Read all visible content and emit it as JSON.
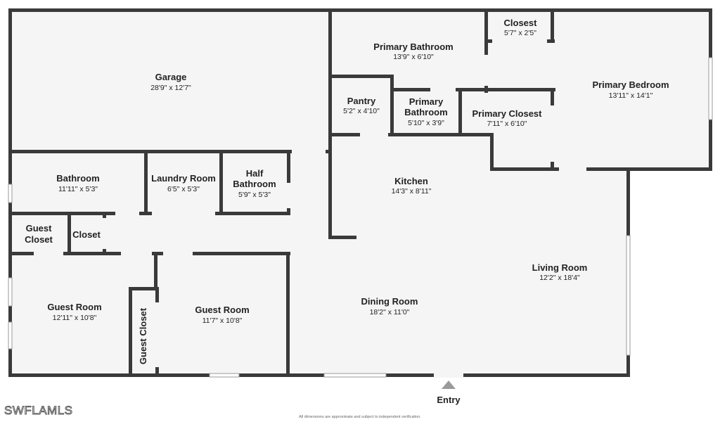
{
  "colors": {
    "wall": "#3a3a3a",
    "floor": "#f5f5f5",
    "text": "#222222"
  },
  "rooms": {
    "garage": {
      "name": "Garage",
      "dim": "28'9\" x 12'7\""
    },
    "primary_bathroom_1": {
      "name": "Primary Bathroom",
      "dim": "13'9\" x 6'10\""
    },
    "closet_top": {
      "name": "Closest",
      "dim": "5'7\" x 2'5\""
    },
    "primary_bedroom": {
      "name": "Primary Bedroom",
      "dim": "13'11\" x 14'1\""
    },
    "pantry": {
      "name": "Pantry",
      "dim": "5'2\" x 4'10\""
    },
    "primary_bathroom_2": {
      "name_line1": "Primary",
      "name_line2": "Bathroom",
      "dim": "5'10\" x 3'9\""
    },
    "primary_closet": {
      "name": "Primary Closest",
      "dim": "7'11\" x 6'10\""
    },
    "kitchen": {
      "name": "Kitchen",
      "dim": "14'3\" x 8'11\""
    },
    "bathroom": {
      "name": "Bathroom",
      "dim": "11'11\" x 5'3\""
    },
    "laundry_room": {
      "name": "Laundry Room",
      "dim": "6'5\" x 5'3\""
    },
    "half_bathroom": {
      "name_line1": "Half",
      "name_line2": "Bathroom",
      "dim": "5'9\" x 5'3\""
    },
    "guest_closet_1": {
      "name_line1": "Guest",
      "name_line2": "Closet"
    },
    "closet_small": {
      "name": "Closet"
    },
    "guest_room_1": {
      "name": "Guest Room",
      "dim": "12'11\" x 10'8\""
    },
    "guest_closet_2": {
      "name": "Guest Closet"
    },
    "guest_room_2": {
      "name": "Guest Room",
      "dim": "11'7\" x 10'8\""
    },
    "dining_room": {
      "name": "Dining Room",
      "dim": "18'2\" x 11'0\""
    },
    "living_room": {
      "name": "Living Room",
      "dim": "12'2\" x 18'4\""
    }
  },
  "entry_label": "Entry",
  "watermark": "SWFLAMLS",
  "disclaimer": "All dimensions are approximate and subject to independent verification."
}
